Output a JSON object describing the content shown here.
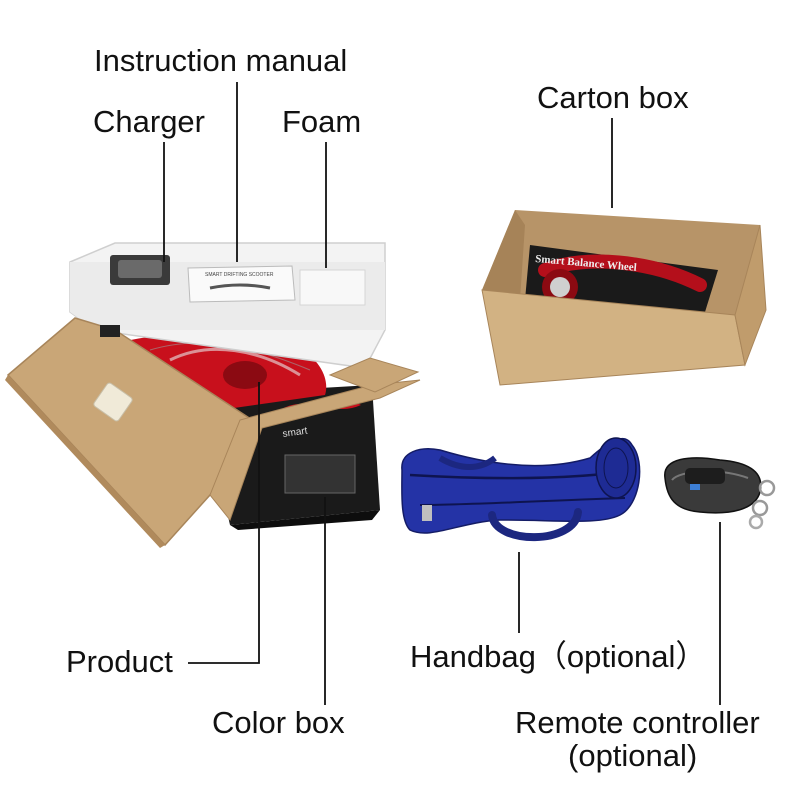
{
  "labels": {
    "instruction_manual": "Instruction manual",
    "charger": "Charger",
    "foam": "Foam",
    "carton_box": "Carton box",
    "product": "Product",
    "color_box": "Color box",
    "handbag": "Handbag（optional）",
    "remote_line1": "Remote controller",
    "remote_line2": "(optional)"
  },
  "printed": {
    "color_box_brand": "smart",
    "carton_label": "Smart Balance Wheel",
    "manual_title": "SMART DRIFTING SCOOTER"
  },
  "colors": {
    "carton": "#c9a677",
    "foam": "#f2f2f2",
    "product": "#c8101c",
    "color_box": "#1a1a1a",
    "handbag": "#2433a6",
    "remote": "#3a3a3a"
  }
}
